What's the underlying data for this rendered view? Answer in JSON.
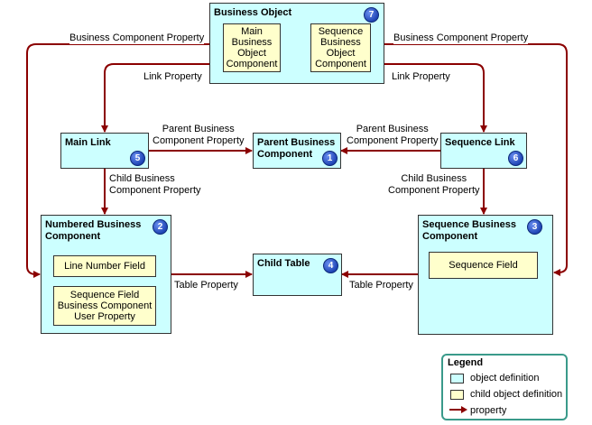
{
  "nodes": {
    "business_object": {
      "title": "Business Object",
      "badge": "7"
    },
    "bo_child_main": {
      "label": "Main\nBusiness\nObject\nComponent"
    },
    "bo_child_seq": {
      "label": "Sequence\nBusiness\nObject\nComponent"
    },
    "main_link": {
      "title": "Main Link",
      "badge": "5"
    },
    "parent_bc": {
      "title": "Parent Business\nComponent",
      "badge": "1"
    },
    "sequence_link": {
      "title": "Sequence Link",
      "badge": "6"
    },
    "numbered_bc": {
      "title": "Numbered Business\nComponent",
      "badge": "2"
    },
    "line_number_field": {
      "label": "Line Number Field"
    },
    "sequence_field_user_prop": {
      "label": "Sequence Field\nBusiness Component\nUser Property"
    },
    "child_table": {
      "title": "Child Table",
      "badge": "4"
    },
    "sequence_bc": {
      "title": "Sequence Business\nComponent",
      "badge": "3"
    },
    "sequence_field": {
      "label": "Sequence Field"
    }
  },
  "edge_labels": {
    "bc_property_left": "Business Component Property",
    "bc_property_right": "Business Component Property",
    "link_property_left": "Link Property",
    "link_property_right": "Link Property",
    "parent_bc_property_left": "Parent Business\nComponent Property",
    "parent_bc_property_right": "Parent Business\nComponent Property",
    "child_bc_property_left": "Child Business\nComponent Property",
    "child_bc_property_right": "Child Business\nComponent Property",
    "table_property_left": "Table Property",
    "table_property_right": "Table Property"
  },
  "legend": {
    "title": "Legend",
    "object_definition": "object definition",
    "child_object_definition": "child object definition",
    "property": "property"
  },
  "colors": {
    "object": "#ccffff",
    "child_object": "#ffffcc",
    "arrow": "#8b0000",
    "badge": "#1f45b5",
    "legend_border": "#3a9a8a"
  }
}
